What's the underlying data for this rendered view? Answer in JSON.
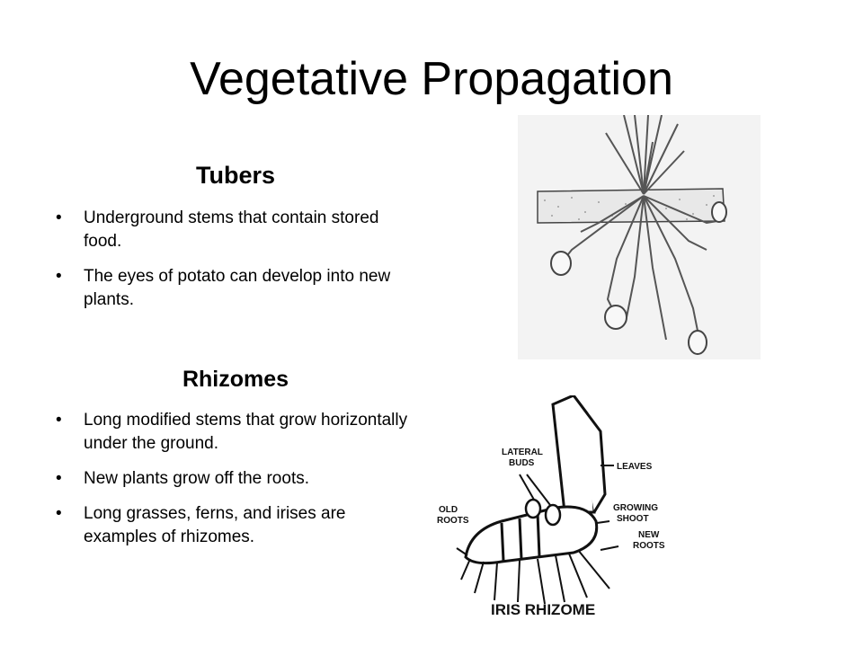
{
  "slide": {
    "title": "Vegetative Propagation",
    "sections": [
      {
        "heading": "Tubers",
        "bullets": [
          "Underground stems that contain stored food.",
          "The eyes of potato can develop into new plants."
        ]
      },
      {
        "heading": "Rhizomes",
        "bullets": [
          "Long modified stems that grow horizontally under the ground.",
          "New plants grow off the roots.",
          "Long grasses, ferns, and irises are examples of rhizomes."
        ]
      }
    ]
  },
  "figures": {
    "iris": {
      "labels": {
        "lateral_buds": [
          "LATERAL",
          "BUDS"
        ],
        "leaves": "LEAVES",
        "old_roots": [
          "OLD",
          "ROOTS"
        ],
        "growing_shoot": [
          "GROWING",
          "SHOOT"
        ],
        "new_roots": [
          "NEW",
          "ROOTS"
        ],
        "caption": "IRIS RHIZOME"
      }
    }
  }
}
